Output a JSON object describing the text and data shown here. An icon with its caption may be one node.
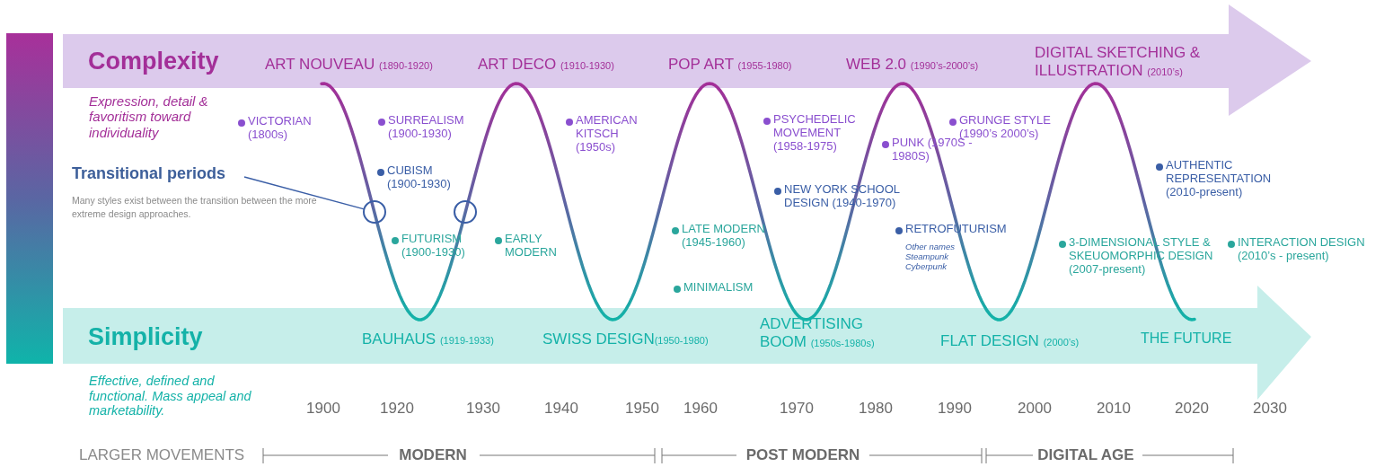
{
  "diagram": {
    "nodes": [
      {
        "text": [
          "Complexity",
          "ART NOUVEAU (1890-1920)",
          "ART DECO (1910-1930)",
          "POP ART (1955-1980)",
          "WEB 2.0 (1990’s-2000’s)",
          "DIGITAL SKETCHING & ILLUSTRATION (2010’s)"
        ]
      },
      {
        "text": [
          "Simplicity",
          "BAUHAUS (1919-1933)",
          "SWISS DESIGN(1950-1980)",
          "ADVERTISING BOOM (1950s-1980s)",
          "FLAT DESIGN (2000’s)",
          "THE FUTURE"
        ]
      },
      {
        "text": [
          "Transitional periods",
          "Many styles exist between the transition between the more extreme design approaches."
        ]
      },
      {
        "text": [],
        "shape": "circle"
      },
      {
        "text": [],
        "shape": "circle"
      },
      {
        "text": [],
        "shape": "bar"
      }
    ],
    "edges": [
      {
        "from": 2,
        "to": 3,
        "arrow": "none"
      }
    ],
    "labels": [
      "Expression, detail & favoritism toward individuality",
      "VICTORIAN (1800s)",
      "SURREALISM (1900-1930)",
      "AMERICAN KITSCH (1950s)",
      "PSYCHEDELIC MOVEMENT (1958-1975)",
      "GRUNGE STYLE (1990’s 2000’s)",
      "PUNK (1970S - 1980S)",
      "CUBISM (1900-1930)",
      "AUTHENTIC REPRESENTATION (2010-present)",
      "NEW YORK SCHOOL DESIGN (1940-1970)",
      "RETROFUTURISM",
      "Other names Steampunk Cyberpunk",
      "LATE MODERN (1945-1960)",
      "FUTURISM (1900-1930)",
      "EARLY MODERN",
      "3-DIMENSIONAL STYLE & SKEUOMORPHIC DESIGN (2007-present)",
      "INTERACTION DESIGN (2010’s - present)",
      "MINIMALISM",
      "Effective, defined and functional. Mass appeal and marketability.",
      "1900",
      "1920",
      "1930",
      "1940",
      "1950",
      "1960",
      "1970",
      "1980",
      "1990",
      "2000",
      "2010",
      "2020",
      "2030",
      "LARGER MOVEMENTS",
      "MODERN",
      "POST MODERN",
      "DIGITAL AGE"
    ]
  }
}
